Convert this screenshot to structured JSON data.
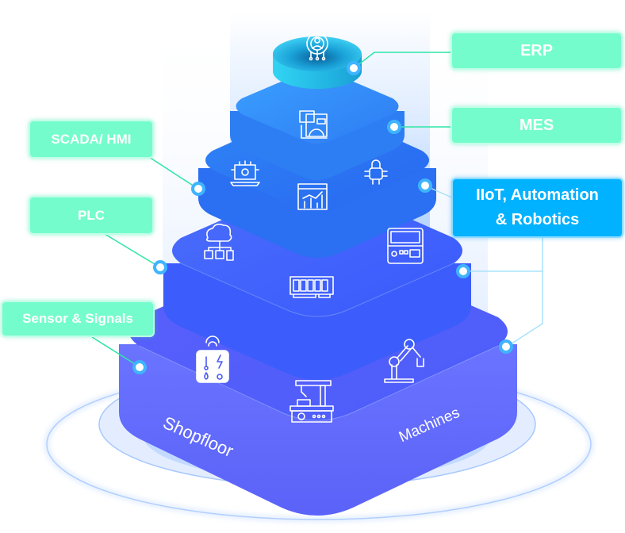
{
  "diagram": {
    "title": "Industrial automation pyramid",
    "colors": {
      "label_green": "#75fccc",
      "label_blue": "#00b2ff",
      "connector_green": "#2ee6a8",
      "connector_blue": "#a9e2fb",
      "node_ring": "#3fb4ff",
      "layer_erp": "#2fc7ec",
      "layer_mes": "#2f8dfa",
      "layer_scada": "#2a7cf5",
      "layer_plc": "#3f66fb",
      "layer_shopfloor": "#5564fb"
    },
    "labels": {
      "erp": "ERP",
      "mes": "MES",
      "scada": "SCADA/ HMI",
      "plc": "PLC",
      "sensor": "Sensor & Signals",
      "iiot_line1": "IIoT, Automation",
      "iiot_line2": "& Robotics"
    },
    "layer_text": {
      "shopfloor": "Shopfloor",
      "machines": "Machines"
    },
    "icons": {
      "erp": "gear-user-network-icon",
      "mes": "documents-dashboard-icon",
      "scada_left": "laptop-gear-circuit-icon",
      "scada_center": "analytics-chart-window-icon",
      "scada_right": "circuit-lock-icon",
      "plc_left": "cloud-network-devices-icon",
      "plc_center": "memory-module-icon",
      "plc_right": "control-panel-icon",
      "shop_left": "sensor-box-icon",
      "shop_center": "cnc-machine-icon",
      "shop_right": "robot-arm-icon"
    }
  }
}
